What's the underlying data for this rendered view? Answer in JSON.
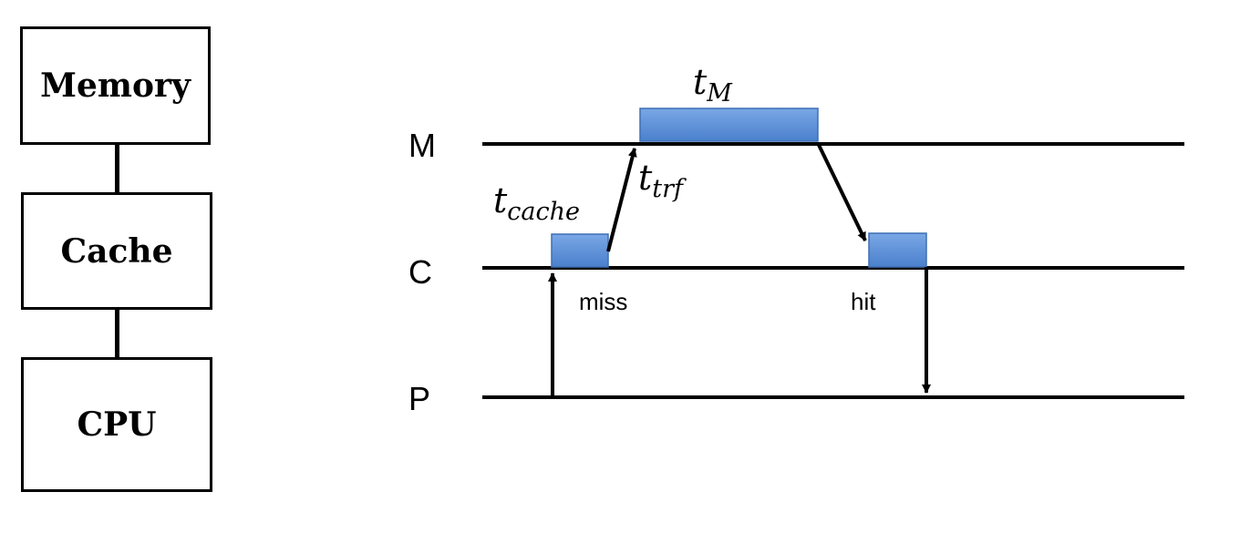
{
  "hierarchy": {
    "memory_label": "Memory",
    "cache_label": "Cache",
    "cpu_label": "CPU"
  },
  "timeline": {
    "levels": {
      "memory": "M",
      "cache": "C",
      "processor": "P"
    },
    "labels": {
      "t_cache": {
        "base": "t",
        "sub": "cache"
      },
      "t_trf": {
        "base": "t",
        "sub": "trf"
      },
      "t_M": {
        "base": "t",
        "sub": "M"
      }
    },
    "events": {
      "miss": "miss",
      "hit": "hit"
    }
  },
  "colors": {
    "block_fill": "#5b8fd6",
    "block_stroke": "#3f6fb4",
    "line": "#000000"
  }
}
